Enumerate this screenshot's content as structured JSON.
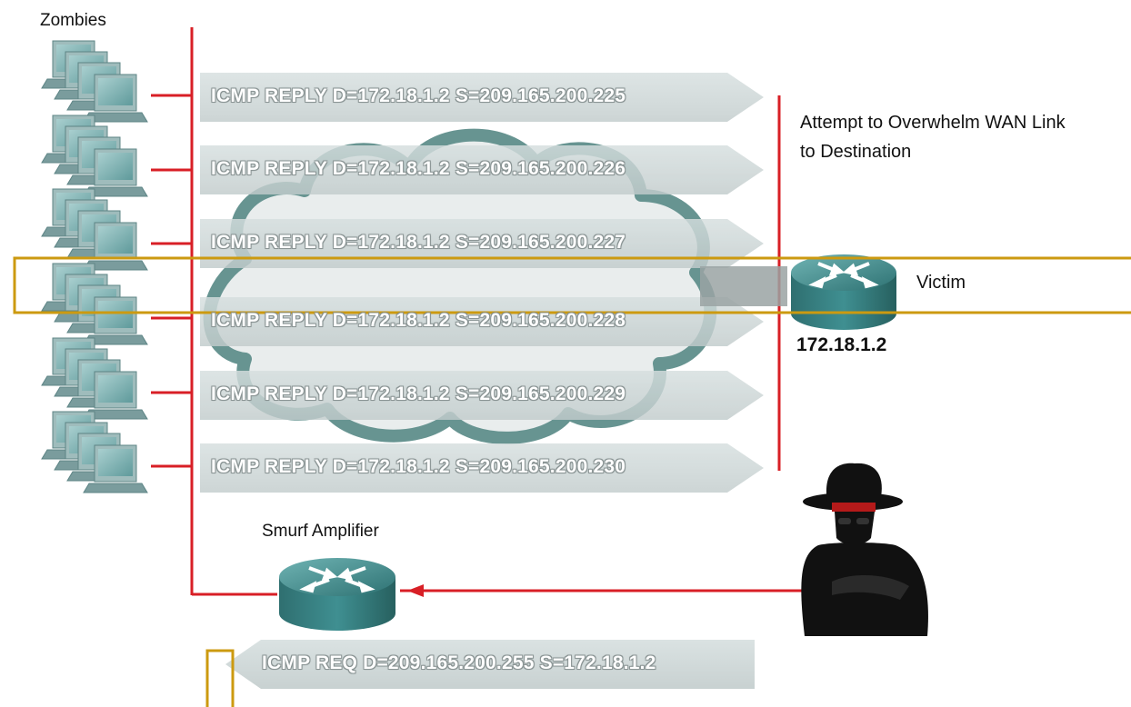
{
  "labels": {
    "zombies": "Zombies",
    "attempt_line1": "Attempt to Overwhelm WAN Link",
    "attempt_line2": "to Destination",
    "victim": "Victim",
    "victim_ip": "172.18.1.2",
    "smurf_amplifier": "Smurf Amplifier"
  },
  "replies": [
    "ICMP REPLY D=172.18.1.2 S=209.165.200.225",
    "ICMP REPLY D=172.18.1.2 S=209.165.200.226",
    "ICMP REPLY D=172.18.1.2 S=209.165.200.227",
    "ICMP REPLY D=172.18.1.2 S=209.165.200.228",
    "ICMP REPLY D=172.18.1.2 S=209.165.200.229",
    "ICMP REPLY D=172.18.1.2 S=209.165.200.230"
  ],
  "request": "ICMP REQ D=209.165.200.255 S=172.18.1.2",
  "colors": {
    "link_red": "#d81f26",
    "arrow_fill": "#c9d3d3",
    "cloud_stroke": "#5f8f8c",
    "router_teal": "#3e8a8c",
    "highlight": "#cc9a10"
  },
  "icons": {
    "zombies": "computer-cluster-icon",
    "victim": "router-icon",
    "amplifier": "router-icon",
    "attacker": "hacker-icon",
    "network": "cloud-icon"
  }
}
